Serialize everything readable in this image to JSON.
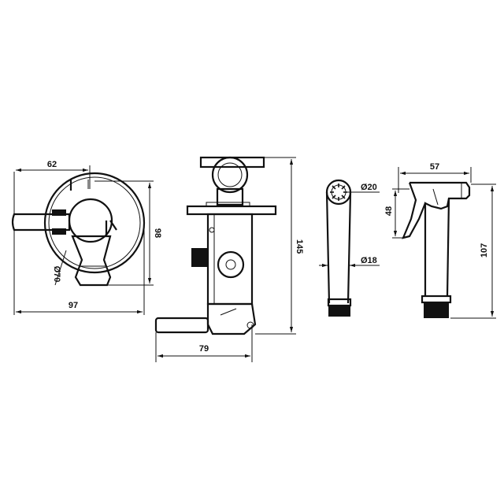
{
  "dimensions": {
    "front_width_top": "62",
    "front_height": "98",
    "front_diameter": "Ø70",
    "front_width_bottom": "97",
    "side_height": "145",
    "side_width_bottom": "79",
    "hose_diameter_top": "Ø20",
    "hose_diameter_bottom": "Ø18",
    "spray_width": "57",
    "spray_trigger_height": "48",
    "spray_height": "107"
  },
  "colors": {
    "line": "#111111",
    "background": "#ffffff"
  }
}
